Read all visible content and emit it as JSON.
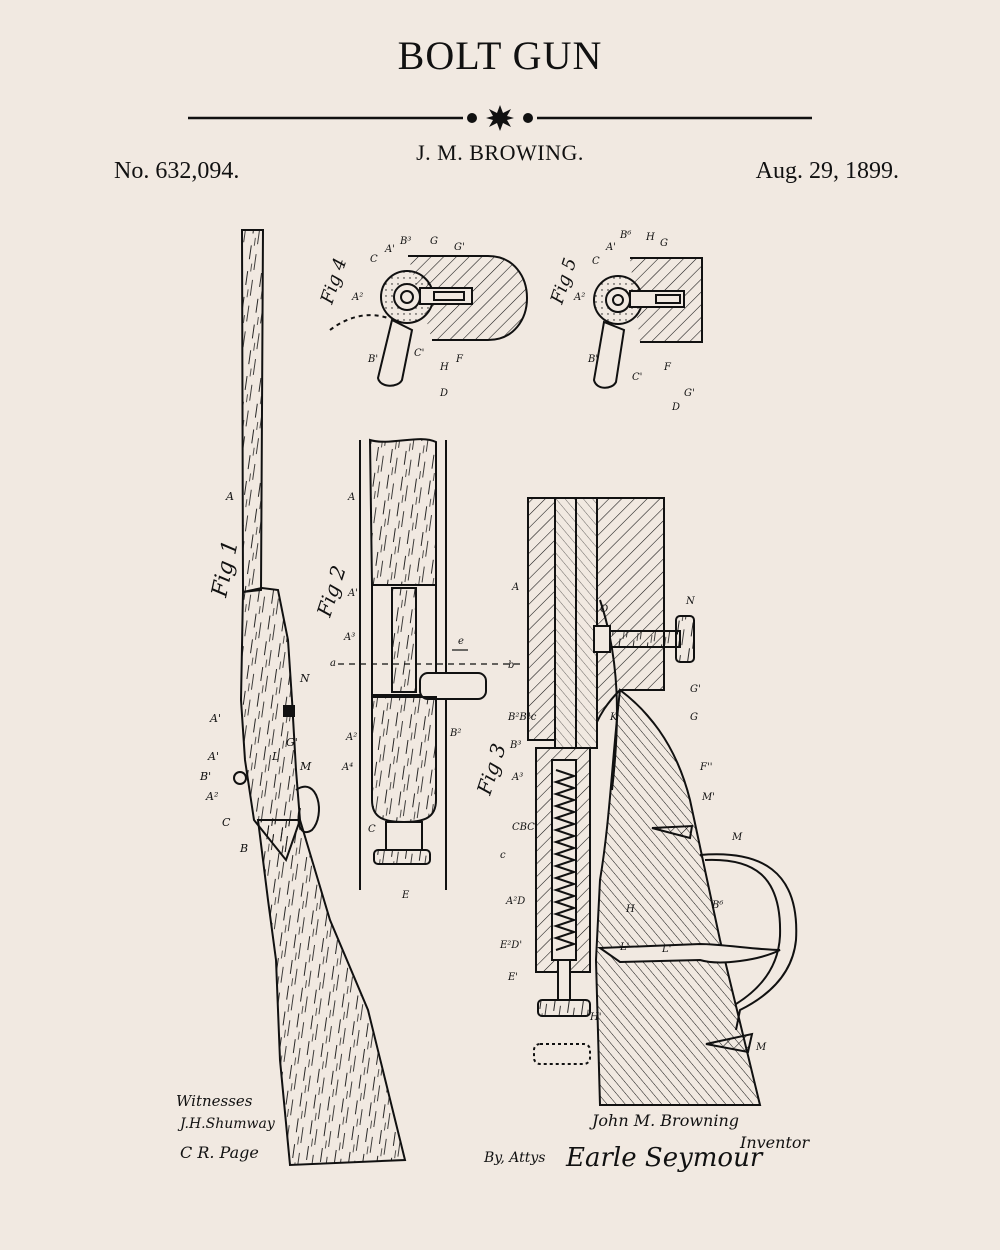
{
  "header": {
    "title": "BOLT GUN",
    "inventor": "J. M. BROWING.",
    "patent_number": "No. 632,094.",
    "date": "Aug. 29, 1899."
  },
  "figures": {
    "fig1": "Fig 1",
    "fig2": "Fig 2",
    "fig3": "Fig 3",
    "fig4": "Fig 4",
    "fig5": "Fig 5"
  },
  "signatures": {
    "witnesses_label": "Witnesses",
    "witness_1": "J.H.Shumway",
    "witness_2": "C R. Page",
    "inventor_signature": "John M. Browning",
    "inventor_role": "Inventor",
    "attorney_prefix": "By, Attys",
    "attorney_signature": "Earle Seymour"
  },
  "colors": {
    "paper": "#f1e9e1",
    "ink": "#111111"
  }
}
